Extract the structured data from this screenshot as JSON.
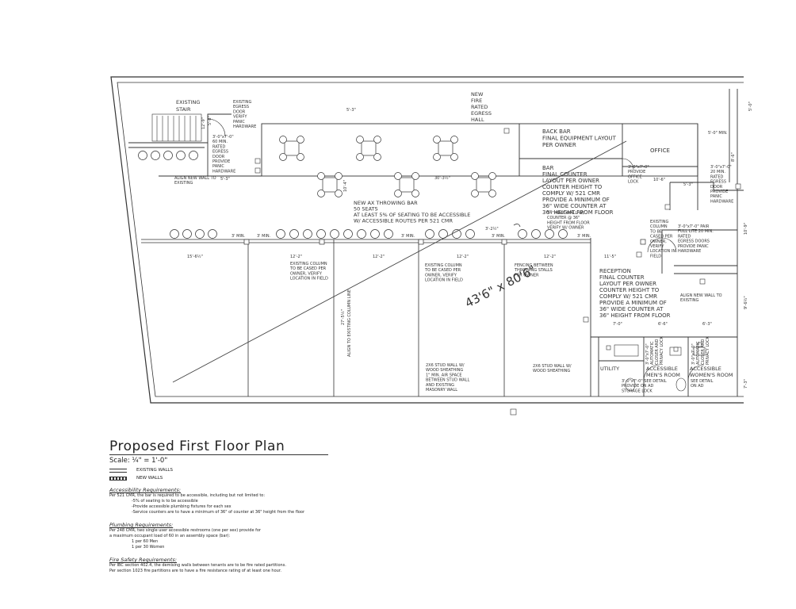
{
  "plan": {
    "labels": {
      "existing_stair": "EXISTING\nSTAIR",
      "existing_egress_door": "EXISTING\nEGRESS\nDOOR\nVERIFY\nPANIC\nHARDWARE",
      "rated_egress_door": "3'-0\"x7'-0\"\n60 MIN.\nRATED\nEGRESS\nDOOR\nPROVIDE\nPANIC\nHARDWARE",
      "align_new_wall_left": "ALIGN NEW WALL TO\nEXISTING",
      "new_fire_rated_egress_hall": "NEW\nFIRE\nRATED\nEGRESS\nHALL",
      "back_bar": "BACK BAR\nFINAL EQUIPMENT LAYOUT\nPER OWNER",
      "office": "OFFICE",
      "bar": "BAR\nFINAL COUNTER\nLAYOUT PER OWNER\nCOUNTER HEIGHT TO\nCOMPLY W/ 521 CMR\nPROVIDE A MINIMUM OF\n36\" WIDE COUNTER AT\n36\" HEIGHT FROM FLOOR",
      "office_door": "3'-0\"x7'-0\"\nPROVIDE\nOFFICE\nLOCK",
      "panic_door_right": "3'-0\"x7'-0\"\n20 MIN.\nRATED\nEGRESS\nDOOR\nPROVIDE\nPANIC\nHARDWARE",
      "ax_throwing_bar": "NEW AX THROWING BAR\n50 SEATS\nAT LEAST 5% OF SEATING TO BE ACCESSIBLE\nW/ ACCESSIBLE ROUTES PER 521 CMR",
      "half_wall": "34\" HALF WALL W/\nCOUNTER @ 36\"\nHEIGHT FROM FLOOR\nVERIFY W/ OWNER",
      "existing_column_right": "EXISTING\nCOLUMN\nTO BE\nCASED PER\nOWNER,\nVERIFY\nLOCATION IN\nFIELD",
      "pair_doors": "3'-0\"x7'-0\" PAIR\nFULL LITE 20 MIN.\nRATED\nEGRESS DOORS\nPROVIDE PANIC\nHARDWARE",
      "existing_column_1": "EXISTING COLUMN\nTO BE CASED PER\nOWNER, VERIFY\nLOCATION IN FIELD",
      "existing_column_2": "EXISTING COLUMN\nTO BE CASED PER\nOWNER, VERIFY\nLOCATION IN FIELD",
      "fencing": "FENCING BETWEEN\nTHROWING STALLS\nPER OWNER",
      "reception": "RECEPTION\nFINAL COUNTER\nLAYOUT PER OWNER\nCOUNTER HEIGHT TO\nCOMPLY W/ 521 CMR\nPROVIDE A MINIMUM OF\n36\" WIDE COUNTER AT\n36\" HEIGHT FROM FLOOR",
      "align_new_wall_right": "ALIGN NEW WALL TO\nEXISTING",
      "align_to_column": "ALIGN TO EXISTING COLUMN LINE",
      "stud_wall_masonry": "2X6 STUD WALL W/\nWOOD SHEATHING\n1\" MIN. AIR SPACE\nBETWEEN STUD WALL\nAND EXISTING\nMASONRY WALL",
      "stud_wall_wood": "2X6 STUD WALL W/\nWOOD SHEATHING",
      "utility": "UTILITY",
      "storage_door": "3'-0\"x7'-0\" SEE DETAIL\nPROVIDE ON AD\nSTORAGE LOCK",
      "accessible_mens": "ACCESSIBLE\nMEN'S ROOM",
      "accessible_womens": "ACCESSIBLE\nWOMEN'S ROOM",
      "see_detail": "SEE DETAIL\nON AD",
      "privacy_lock_1": "3'-0\"x7'-0\"\nAUTOMATIC\nCLOSER AND\nPRIVACY LOCK",
      "privacy_lock_2": "3'-0\"x7'-0\"\nAUTOMATIC\nCLOSER AND\nPRIVACY LOCK"
    },
    "dimensions": {
      "d_top_5_3": "5'-3\"",
      "d_stair_5_3": "5'-3\"",
      "d_left_10_4": "10'-4\"",
      "d_stair_v1": "12'-9\"",
      "d_stair_v2": "5'-8\"",
      "d_bar_right": "30'-3½\"",
      "d_right_top": "5'-0\" MIN.",
      "d_right_v": "5'-0\"",
      "d_office_10_6": "10'-6\"",
      "d_office_5_3": "5'-3\"",
      "d_office_8_6": "8'-6\"",
      "d_right_v2": "10'-9\"",
      "d_min_1": "3' MIN.",
      "d_min_2": "3' MIN.",
      "d_min_3": "3' MIN.",
      "d_min_4": "3' MIN.",
      "d_min_5": "3' MIN.",
      "d_row_3_2": "3'-2½\"",
      "d_stall_15_6": "15'-6½\"",
      "d_stall_1": "12'-2\"",
      "d_stall_2": "12'-2\"",
      "d_stall_3": "12'-2\"",
      "d_stall_4": "12'-2\"",
      "d_recep_11_5": "11'-5\"",
      "d_mid_v": "27'-5½\"",
      "d_rest_7_0": "7'-0\"",
      "d_rest_6_6": "6'-6\"",
      "d_rest_6_3": "6'-3\"",
      "d_rest_v1": "9'-6½\"",
      "d_rest_v2": "7'-3\""
    },
    "handwritten": "43'6\" x 80'6\""
  },
  "legend": {
    "title": "Proposed First Floor Plan",
    "scale": "Scale: ¼\" = 1'-0\"",
    "existing_walls": "EXISTING WALLS",
    "new_walls": "NEW WALLS"
  },
  "requirements": {
    "accessibility_heading": "Accessibility Requirements:",
    "accessibility_lines": [
      "Per 521 CMR, the bar is required to be accessible, including but not limited to:",
      "-5% of seating is to be accessible",
      "-Provide accessible plumbing fixtures for each sex",
      "-Service counters are to have a minimum of 36\" of counter at 36\" height from the floor"
    ],
    "plumbing_heading": "Plumbing Requirements:",
    "plumbing_lines": [
      "Per 248 CMR, two single user accessible restrooms (one per sex) provide for",
      "a maximum occupant load of 60 in an assembly space (bar):",
      "1 per 60 Men",
      "1 per 30 Women"
    ],
    "fire_heading": "Fire Safety Requirements:",
    "fire_lines": [
      "Per IBC section 402.4, the demising walls between tenants are to be fire rated partitions.",
      "Per section 1023 fire partitions are to have a fire resistance rating of at least one hour."
    ]
  }
}
